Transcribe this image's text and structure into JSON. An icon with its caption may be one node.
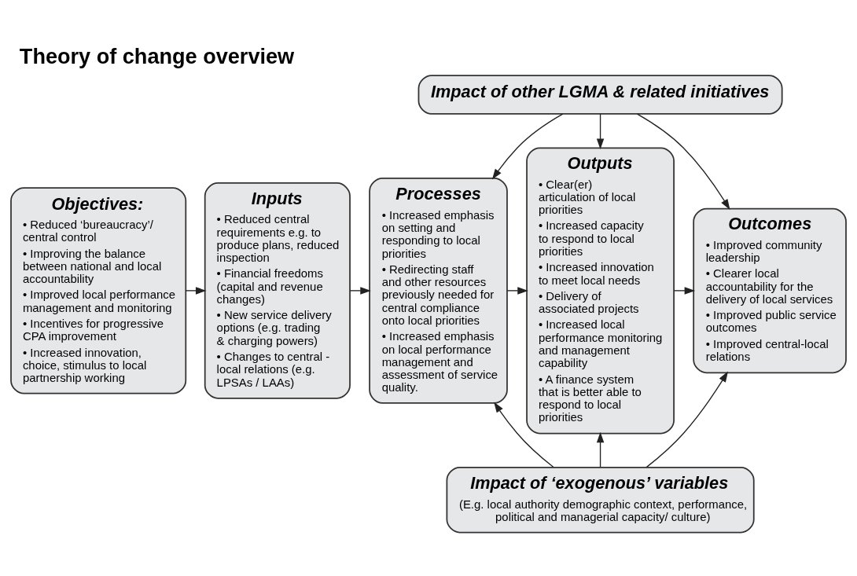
{
  "diagram": {
    "title": "Theory of change overview",
    "nodes": [
      {
        "text": [
          "Impact of other LGMA & related initiatives"
        ]
      },
      {
        "text": [
          "Objectives:",
          "• Reduced ‘bureaucracy’/ central control",
          "• Improving the balance between national and local accountability",
          "• Improved local performance management and monitoring",
          "• Incentives for progressive CPA improvement",
          "• Increased innovation, choice, stimulus to local partnership working"
        ]
      },
      {
        "text": [
          "Inputs",
          "• Reduced central requirements e.g. to produce plans, reduced inspection",
          "• Financial freedoms (capital and revenue changes)",
          "• New service delivery options (e.g. trading & charging powers)",
          "• Changes to central - local relations (e.g. LPSAs / LAAs)"
        ]
      },
      {
        "text": [
          "Processes",
          "• Increased emphasis on setting and responding to local priorities",
          "• Redirecting staff and other resources previously needed for central compliance onto local priorities",
          "• Increased emphasis on local performance management and assessment of service quality."
        ]
      },
      {
        "text": [
          "Outputs",
          "• Clear(er) articulation of local priorities",
          "• Increased capacity to respond to local priorities",
          "• Increased innovation to meet local needs",
          "• Delivery of associated projects",
          "• Increased local performance monitoring and management capability",
          "• A finance system that is better able to respond to local priorities"
        ]
      },
      {
        "text": [
          "Outcomes",
          "• Improved community leadership",
          "• Clearer local accountability for the delivery of local services",
          "• Improved public service outcomes",
          "• Improved central-local relations"
        ]
      },
      {
        "text": [
          "Impact of ‘exogenous’ variables",
          "(E.g. local authority demographic context, performance, political and managerial capacity/ culture)"
        ]
      }
    ],
    "edges": [
      {
        "from": 1,
        "to": 2,
        "arrow": "to"
      },
      {
        "from": 2,
        "to": 3,
        "arrow": "to"
      },
      {
        "from": 3,
        "to": 4,
        "arrow": "to"
      },
      {
        "from": 4,
        "to": 5,
        "arrow": "to"
      },
      {
        "from": 0,
        "to": 3,
        "arrow": "to"
      },
      {
        "from": 0,
        "to": 4,
        "arrow": "to"
      },
      {
        "from": 0,
        "to": 5,
        "arrow": "to"
      },
      {
        "from": 6,
        "to": 3,
        "arrow": "to"
      },
      {
        "from": 6,
        "to": 4,
        "arrow": "to"
      },
      {
        "from": 6,
        "to": 5,
        "arrow": "to"
      }
    ]
  }
}
